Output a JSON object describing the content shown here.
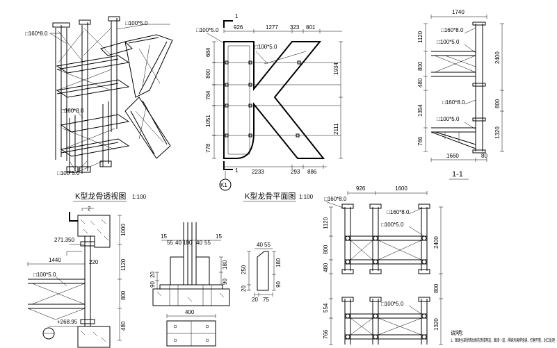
{
  "titles": {
    "perspective": "K型龙骨透视图",
    "perspective_scale": "1:100",
    "plan": "K型龙骨平面图",
    "plan_scale": "1:100",
    "section": "1-1",
    "notes_heading": "说明:",
    "notes_line": "1、图钢全部除锈后刷防锈漆两道，面漆一道，焊缝须满焊饱满，打磨平整，封口处理"
  },
  "perspective": {
    "label_tube_big": "□160*8.0",
    "label_tube_small": "□100*5.0",
    "label_tube_big_2": "□160*8.0",
    "label_tube_small_2": "□100*5.0"
  },
  "plan": {
    "section_mark": "1",
    "section_mark_bottom": "1",
    "circle_label": "K1",
    "label_tube": "□100*5.0",
    "label_tube_2": "□100*5.0",
    "top_dims": [
      "926",
      "1277",
      "323",
      "801"
    ],
    "bottom_dims": [
      "2233",
      "293",
      "886"
    ],
    "left_dims": [
      "684",
      "800",
      "784",
      "1051",
      "778"
    ],
    "right_dims": [
      "1934",
      "2111"
    ]
  },
  "section11": {
    "top_dim": "1740",
    "label_big": "□160*8.0",
    "label_small": "□100*5.0",
    "label_big_2": "□160*8.0",
    "label_small_2": "□100*5.0",
    "left_dims": [
      "1120",
      "800",
      "480",
      "1354",
      "766"
    ],
    "right_dims": [
      "2400",
      "800",
      "1320"
    ],
    "bottom_dims": [
      "1660",
      "80"
    ]
  },
  "wall_detail": {
    "mark": "2",
    "elev1": "271.350",
    "elev2": "+268.95",
    "dim_1440": "1440",
    "dim_220": "220",
    "label_tube": "□100*5.0",
    "right_dims": [
      "1000",
      "1120",
      "800",
      "480"
    ]
  },
  "base_detail": {
    "top_dims": [
      "15",
      "55",
      "40",
      "180",
      "40",
      "55",
      "15"
    ],
    "right_dims": [
      "180",
      "90"
    ],
    "left_dims": [
      "20",
      "90"
    ],
    "bottom_dim": "400"
  },
  "rib_detail": {
    "top_dims": [
      "40",
      "55"
    ],
    "left_dims": [
      "250",
      "20"
    ],
    "right_dims": [
      "180",
      "90"
    ],
    "bottom_dims": [
      "20",
      "75"
    ]
  },
  "bottom_right": {
    "top_dims": [
      "926",
      "1600"
    ],
    "label_big_a": "□160*8.0",
    "label_big_b": "□160*8.0",
    "label_small_a": "□100*5.0",
    "label_small_b": "□100*5.0",
    "left_dims": [
      "1120",
      "800",
      "480",
      "554",
      "766"
    ],
    "right_dims": [
      "2400",
      "800",
      "1320"
    ]
  }
}
